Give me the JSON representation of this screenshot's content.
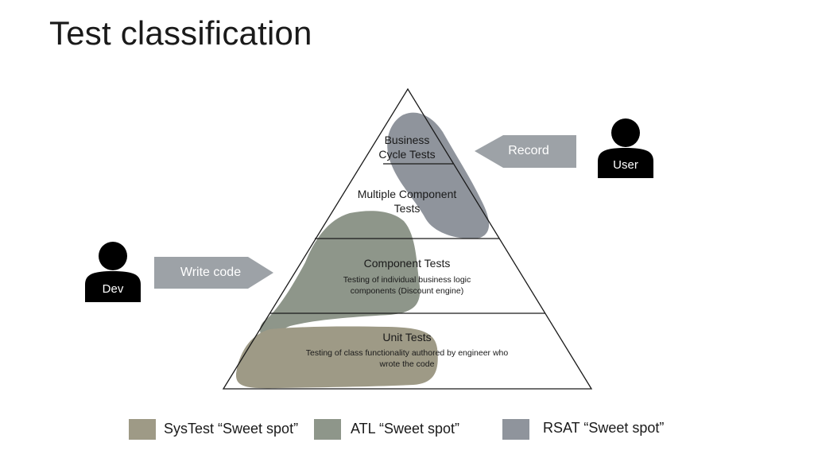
{
  "title": "Test classification",
  "pyramid": {
    "tiers": [
      {
        "name": "Business Cycle Tests",
        "line1": "Business",
        "line2": "Cycle Tests"
      },
      {
        "name": "Multiple Component Tests",
        "line1": "Multiple Component",
        "line2": "Tests"
      },
      {
        "name": "Component Tests",
        "description_line1": "Testing of individual business logic",
        "description_line2": "components (Discount engine)"
      },
      {
        "name": "Unit Tests",
        "description_line1": "Testing of class functionality authored by engineer who",
        "description_line2": "wrote the code"
      }
    ]
  },
  "actors": {
    "user": {
      "label": "User",
      "action": "Record",
      "icon": "person-icon"
    },
    "dev": {
      "label": "Dev",
      "action": "Write code",
      "icon": "person-icon"
    }
  },
  "legend": [
    {
      "label": "SysTest “Sweet spot”",
      "color": "#9e9a86"
    },
    {
      "label": "ATL “Sweet spot”",
      "color": "#8e968a"
    },
    {
      "label": "RSAT “Sweet spot”",
      "color": "#8f949c"
    }
  ],
  "colors": {
    "systest": "#9e9a86",
    "atl": "#8e968a",
    "rsat": "#8f949c",
    "arrow": "#9da2a7",
    "person": "#000000"
  }
}
